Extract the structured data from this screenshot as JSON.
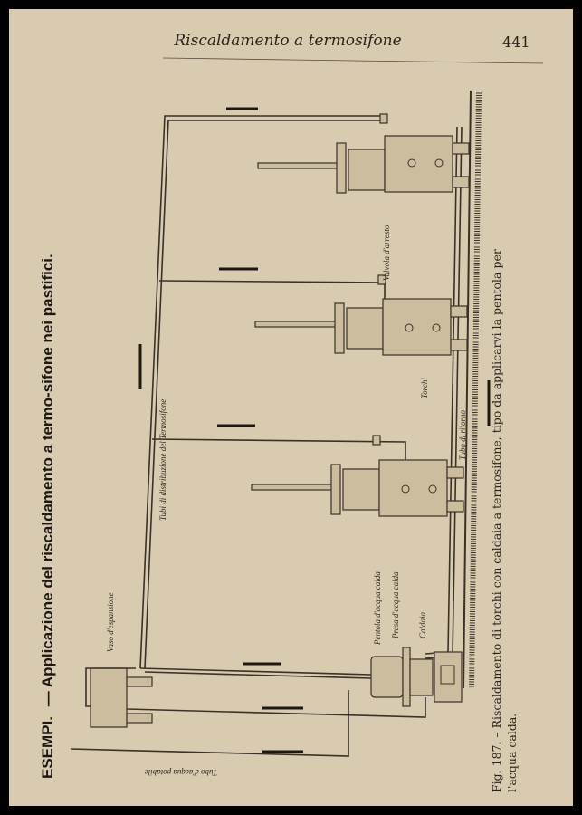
{
  "header": {
    "running_title": "Riscaldamento a termosifone",
    "page_number": "441"
  },
  "section_heading": {
    "lead": "ESEMPI.",
    "text": "— Applicazione del riscaldamento a termo-sifone nei pastifici."
  },
  "figure": {
    "labels": {
      "expansion_tank": "Vaso d'espansione",
      "potable_water_pipe": "Tubo d'acqua potabile",
      "hot_water_pot": "Pentola d'acqua calda",
      "hot_water_tap": "Presa d'acqua calda",
      "boiler": "Caldaia",
      "presses": "Torchi",
      "return_pipe": "Tubo di ritorno",
      "stop_valve": "Valvola d'arresto",
      "distribution_pipes": "Tubi di distribuzione del Termosifone"
    },
    "caption_line1": "Fig. 187. – Riscaldamento di torchi con caldaia a termosifone, tipo da applicarvi la pentola per",
    "caption_line2": "l'acqua calda."
  }
}
